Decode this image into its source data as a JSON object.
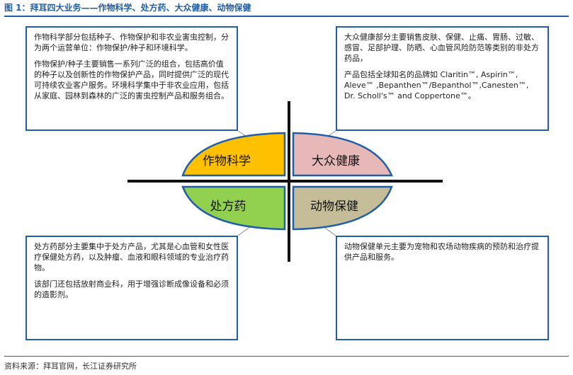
{
  "header": {
    "title": "图 1：拜耳四大业务——作物科学、处方药、大众健康、动物保健"
  },
  "quadrants": {
    "crop": {
      "label": "作物科学",
      "color": "#FFC000",
      "paragraphs": [
        "作物科学部分包括种子、作物保护和非农业害虫控制，分为两个运营单位：作物保护/种子和环境科学。",
        "作物保护/种子主要销售一系列广泛的组合，包括高价值的种子以及创新性的作物保护产品，同时提供广泛的现代可持续农业客户服务。环境科学集中于非农业应用，包括从家庭、园林到森林的广泛的害虫控制产品和服务组合。"
      ]
    },
    "consumer": {
      "label": "大众健康",
      "color": "#E6B9B8",
      "paragraphs": [
        "大众健康部分主要销售皮肤、保健、止痛、胃肠、过敏、感冒、足部护理、防晒、心血管风险防范等类别的非处方药品，",
        "产品包括全球知名的品牌如 Claritin™, Aspirin™, Aleve™ ,Bepanthen™/Bepanthol™,Canesten™, Dr. Scholl's™ and Coppertone™。"
      ]
    },
    "pharma": {
      "label": "处方药",
      "color": "#92D050",
      "paragraphs": [
        "处方药部分主要集中于处方产品，尤其是心血管和女性医疗保健处方药，以及肿瘤、血液和眼科领域的专业治疗药物。",
        "该部门还包括放射商业科，用于增强诊断成像设备和必须的造影剂。"
      ]
    },
    "animal": {
      "label": "动物保健",
      "color": "#C4BD97",
      "paragraphs": [
        "动物保健单元主要为宠物和农场动物疾病的预防和治疗提供产品和服务。"
      ]
    }
  },
  "colors": {
    "accent": "#1F5FA8",
    "axis": "#111111"
  },
  "footer": {
    "source": "资料来源：拜耳官网，长江证券研究所"
  }
}
